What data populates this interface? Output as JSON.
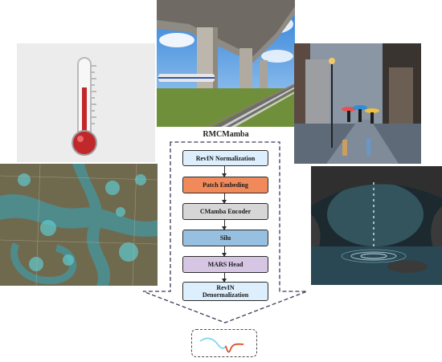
{
  "diagram": {
    "title": "RMCMamba",
    "stages": [
      {
        "label": "RevIN Normalization",
        "color": "#ddeefc"
      },
      {
        "label": "Patch Embeding",
        "color": "#f08a5a"
      },
      {
        "label": "CMamba Encoder",
        "color": "#d6d6d6"
      },
      {
        "label": "Silu",
        "color": "#97bfe0"
      },
      {
        "label": "MARS Head",
        "color": "#d6c6e4"
      },
      {
        "label": "RevIN Denormalization",
        "color": "#ddeefc"
      }
    ],
    "output_colors": {
      "input_curve": "#7fd7ea",
      "forecast_curve": "#d9532b"
    }
  },
  "images": [
    {
      "id": "thermometer",
      "icon": "thermometer-icon"
    },
    {
      "id": "railway-bridge",
      "icon": "railway-bridge-photo"
    },
    {
      "id": "rainy-street",
      "icon": "rainy-street-photo"
    },
    {
      "id": "flood-map",
      "icon": "flood-map-image"
    },
    {
      "id": "water-drip",
      "icon": "water-drip-photo"
    }
  ]
}
